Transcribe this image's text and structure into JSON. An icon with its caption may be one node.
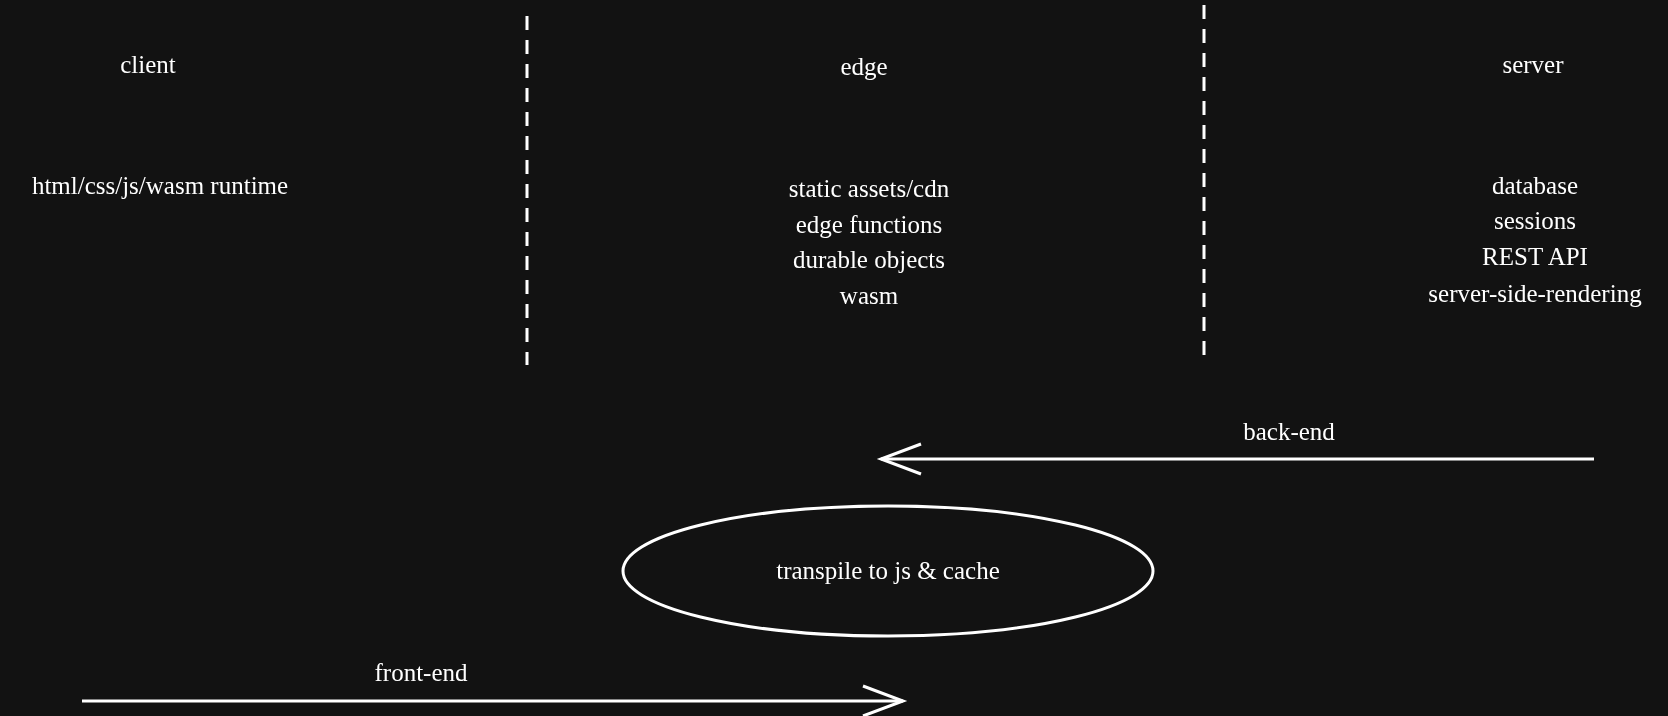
{
  "diagram": {
    "nodes": [
      {
        "text": [
          "transpile to js & cache"
        ]
      }
    ],
    "labels": [
      "client",
      "edge",
      "server",
      "html/css/js/wasm runtime",
      "static assets/cdn",
      "edge functions",
      "durable objects",
      "wasm",
      "database",
      "sessions",
      "REST API",
      "server-side-rendering",
      "back-end",
      "front-end"
    ]
  }
}
